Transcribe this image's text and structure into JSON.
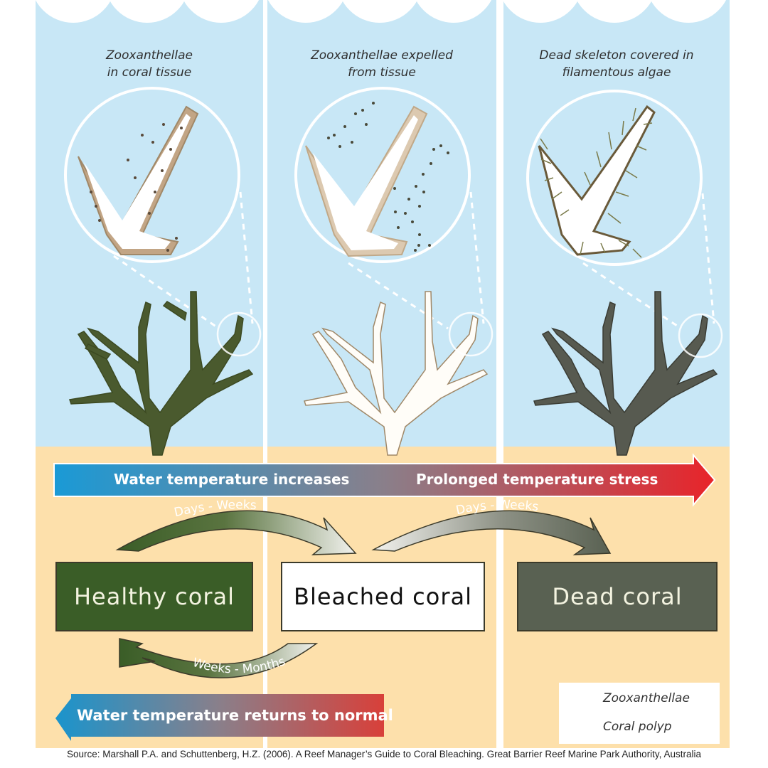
{
  "panels": [
    {
      "id": "healthy",
      "caption_line1": "Zooxanthellae",
      "caption_line2": "in coral tissue",
      "coral_color": "#4a5a2e"
    },
    {
      "id": "bleached",
      "caption_line1": "Zooxanthellae expelled",
      "caption_line2": "from tissue",
      "coral_color": "#ffffff"
    },
    {
      "id": "dead",
      "caption_line1": "Dead skeleton covered in",
      "caption_line2": "filamentous algae",
      "coral_color": "#575a50"
    }
  ],
  "temperature_arrow": {
    "left_label": "Water temperature increases",
    "right_label": "Prolonged temperature stress",
    "gradient_start": "#1a9ad6",
    "gradient_end": "#e8242a"
  },
  "transitions": {
    "healthy_to_bleached": "Days - Weeks",
    "bleached_to_dead": "Days - Weeks",
    "bleached_to_healthy": "Weeks - Months"
  },
  "states": {
    "healthy": "Healthy coral",
    "bleached": "Bleached coral",
    "dead": "Dead coral"
  },
  "return_arrow": {
    "label": "Water temperature returns to normal"
  },
  "legend": {
    "zooxanthellae": "Zooxanthellae",
    "polyp": "Coral polyp"
  },
  "source": "Source: Marshall P.A. and Schuttenberg, H.Z. (2006). A Reef Manager’s Guide to Coral Bleaching. Great Barrier Reef Marine Park Authority, Australia",
  "colors": {
    "sky": "#c8e7f6",
    "sand": "#fde0ab",
    "healthy_green": "#3a5d27",
    "dead_gray": "#596152"
  }
}
